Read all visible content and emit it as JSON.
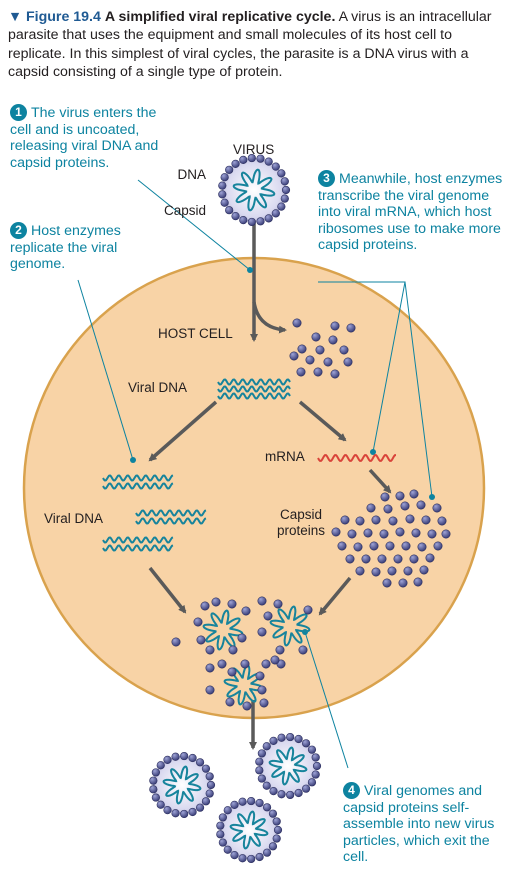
{
  "caption": {
    "figure_label": "▼ Figure 19.4",
    "title": "A simplified viral replicative cycle.",
    "body": "A virus is an intracellular parasite that uses the equipment and small molecules of its host cell to replicate. In this simplest of viral cycles, the parasite is a DNA virus with a capsid consisting of a single type of protein."
  },
  "steps": [
    {
      "num": "1",
      "text": "The virus enters the cell and is uncoated, releasing viral DNA and capsid proteins."
    },
    {
      "num": "2",
      "text": "Host enzymes replicate the viral genome."
    },
    {
      "num": "3",
      "text": "Meanwhile, host enzymes transcribe the viral genome into viral mRNA, which host ribosomes use to make more capsid proteins."
    },
    {
      "num": "4",
      "text": "Viral genomes and capsid proteins self-assemble into new virus particles, which exit the cell."
    }
  ],
  "labels": {
    "virus": "VIRUS",
    "dna": "DNA",
    "capsid": "Capsid",
    "host_cell": "HOST CELL",
    "viral_dna_center": "Viral DNA",
    "viral_dna_left": "Viral DNA",
    "mrna": "mRNA",
    "capsid_proteins": "Capsid proteins"
  },
  "colors": {
    "accent": "#0d83a0",
    "cell_fill": "#f8d3a6",
    "cell_border": "#d9a24d",
    "protein": "#4b4f8c",
    "dna": "#17849c",
    "mrna": "#d9433a",
    "arrow": "#5a5a5a"
  }
}
